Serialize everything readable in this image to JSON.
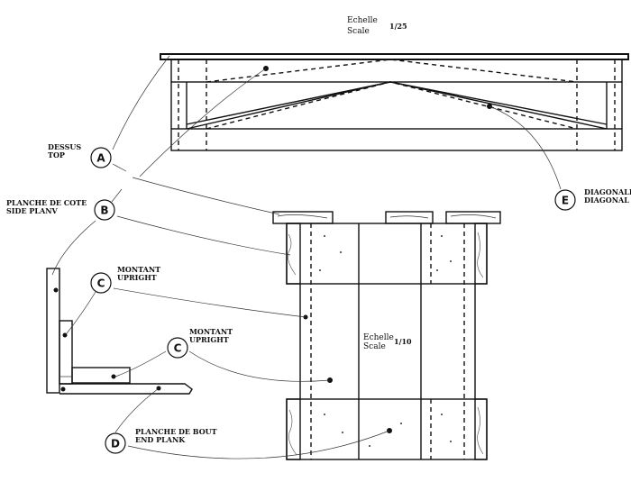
{
  "scale_top": {
    "label_fr": "Echelle",
    "label_en": "Scale",
    "value": "1/25"
  },
  "scale_plan": {
    "label_fr": "Echelle",
    "label_en": "Scale",
    "value": "1/10"
  },
  "callouts": [
    {
      "letter": "A",
      "fr": "DESSUS",
      "en": "TOP"
    },
    {
      "letter": "B",
      "fr": "PLANCHE DE COTE",
      "en": "SIDE PLANV"
    },
    {
      "letter": "C",
      "fr": "MONTANT",
      "en": "UPRIGHT"
    },
    {
      "letter": "C",
      "fr": "MONTANT",
      "en": "UPRIGHT"
    },
    {
      "letter": "D",
      "fr": "PLANCHE DE BOUT",
      "en": "END PLANK"
    },
    {
      "letter": "E",
      "fr": "DIAGONALE",
      "en": "DIAGONAL"
    }
  ]
}
